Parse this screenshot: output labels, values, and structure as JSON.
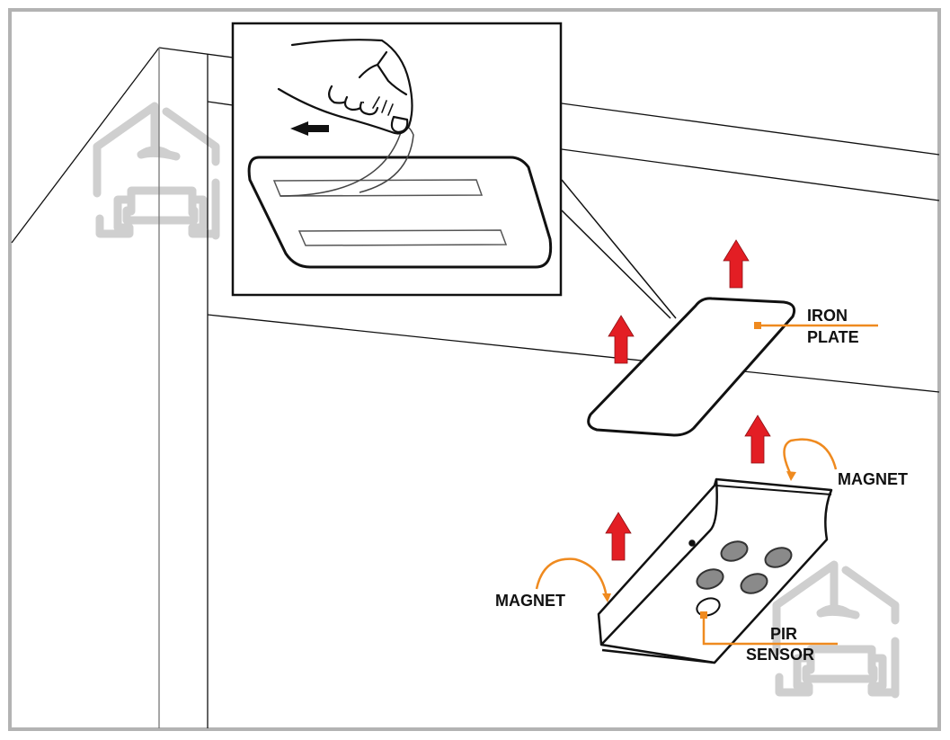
{
  "diagram": {
    "type": "installation-illustration",
    "description_hidden": false,
    "colors": {
      "frame_border": "#b3b3b3",
      "line": "#111111",
      "callout": "#ef8a1f",
      "arrow_fill": "#e31e24",
      "watermark": "#cfcfcf",
      "sensor_hole": "#6d6d6d"
    },
    "labels": {
      "iron_plate_line1": "IRON",
      "iron_plate_line2": "PLATE",
      "magnet_right": "MAGNET",
      "magnet_left": "MAGNET",
      "pir_line1": "PIR",
      "pir_line2": "SENSOR"
    },
    "components": [
      {
        "id": "cabinet",
        "name": "Cabinet / furniture corner"
      },
      {
        "id": "inset",
        "name": "Detail inset: peeling adhesive tape from iron plate"
      },
      {
        "id": "iron-plate",
        "name": "Iron plate"
      },
      {
        "id": "sensor-body",
        "name": "PIR sensor light body with magnets"
      },
      {
        "id": "move-arrows",
        "name": "Upward direction arrows",
        "count": 4
      },
      {
        "id": "watermark",
        "name": "House logo watermark",
        "count": 2
      }
    ],
    "sensor_holes": 5,
    "inset_tape_strips": 2
  }
}
